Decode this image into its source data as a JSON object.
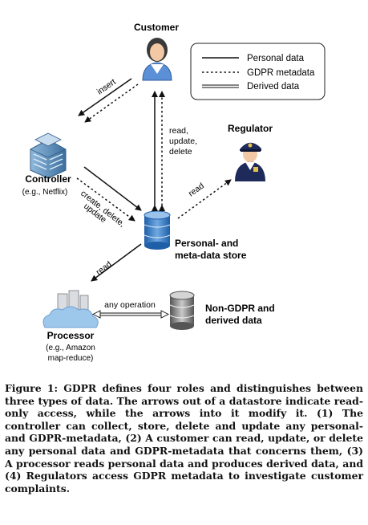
{
  "legend": {
    "personal": "Personal data",
    "gdpr": "GDPR metadata",
    "derived": "Derived data"
  },
  "nodes": {
    "customer": {
      "title": "Customer"
    },
    "regulator": {
      "title": "Regulator"
    },
    "controller": {
      "title": "Controller",
      "subtitle": "(e.g., Netflix)"
    },
    "store": {
      "title_line1": "Personal- and",
      "title_line2": "meta-data store"
    },
    "processor": {
      "title": "Processor",
      "subtitle_line1": "(e.g., Amazon",
      "subtitle_line2": "map-reduce)"
    },
    "nongdpr": {
      "title_line1": "Non-GDPR and",
      "title_line2": "derived data"
    }
  },
  "edges": {
    "insert": "insert",
    "customer_ops_line1": "read,",
    "customer_ops_line2": "update,",
    "customer_ops_line3": "delete",
    "regulator_read": "read",
    "controller_ops_line1": "create, delete,",
    "controller_ops_line2": "update",
    "processor_read": "read",
    "any_operation": "any operation"
  },
  "caption": {
    "label": "Figure 1:",
    "text": "GDPR defines four roles and distinguishes between three types of data. The arrows out of a datastore indicate read-only access, while the arrows into it modify it. (1) The controller can collect, store, delete and update any personal- and GDPR-metadata, (2) A customer can read, update, or delete any personal data and GDPR-metadata that concerns them, (3) A processor reads personal data and produces derived data, and (4) Regulators access GDPR metadata to investigate customer complaints."
  },
  "colors": {
    "store_blue": "#3b7fc4",
    "store_gray": "#8c8c8c",
    "customer_shirt": "#5b8fd6",
    "regulator_navy": "#1e2a5a",
    "cloud": "#9ec7ec"
  }
}
